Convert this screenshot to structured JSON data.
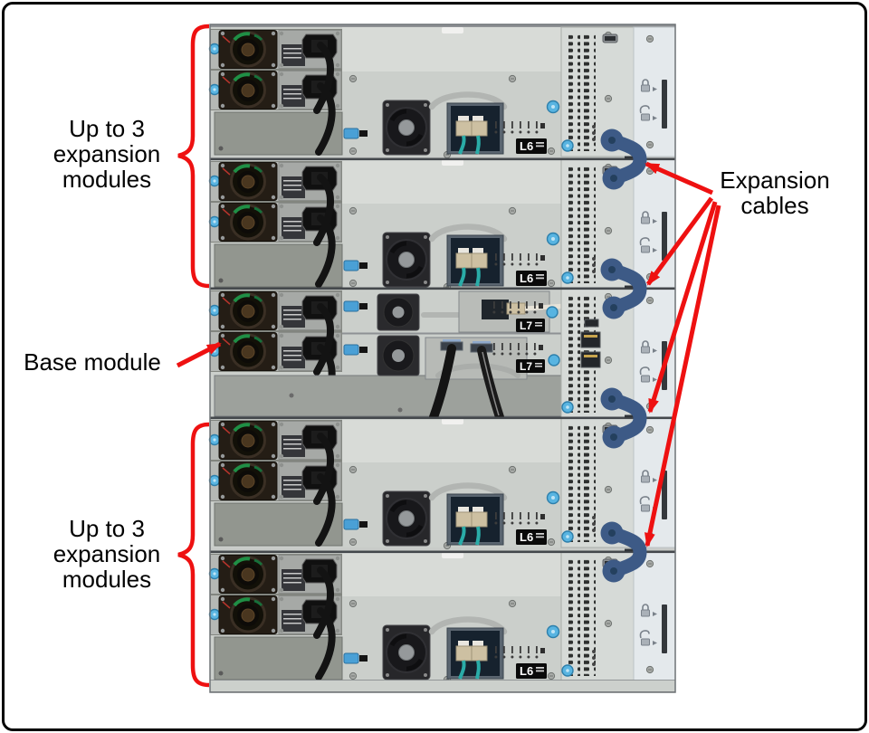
{
  "labels": {
    "top_expansion": [
      "Up to 3",
      "expansion",
      "modules"
    ],
    "base": "Base module",
    "bottom_expansion": [
      "Up to 3",
      "expansion",
      "modules"
    ],
    "expansion_cables": [
      "Expansion",
      "cables"
    ]
  },
  "modules": [
    {
      "id": "expansion-module-1",
      "type": "expansion",
      "drive_label": "L6"
    },
    {
      "id": "expansion-module-2",
      "type": "expansion",
      "drive_label": "L6"
    },
    {
      "id": "base-module",
      "type": "base",
      "drive_label_top": "L7",
      "drive_label_bottom": "L7"
    },
    {
      "id": "expansion-module-3",
      "type": "expansion",
      "drive_label": "L6"
    },
    {
      "id": "expansion-module-4",
      "type": "expansion",
      "drive_label": "L6"
    }
  ],
  "colors": {
    "annotation_red": "#ee1111",
    "expansion_cable_blue": "#3d5a86",
    "fiber_teal": "#2aaca8",
    "thumbscrew_blue": "#58b4e1",
    "chassis_silver": "#cbcfcb"
  }
}
